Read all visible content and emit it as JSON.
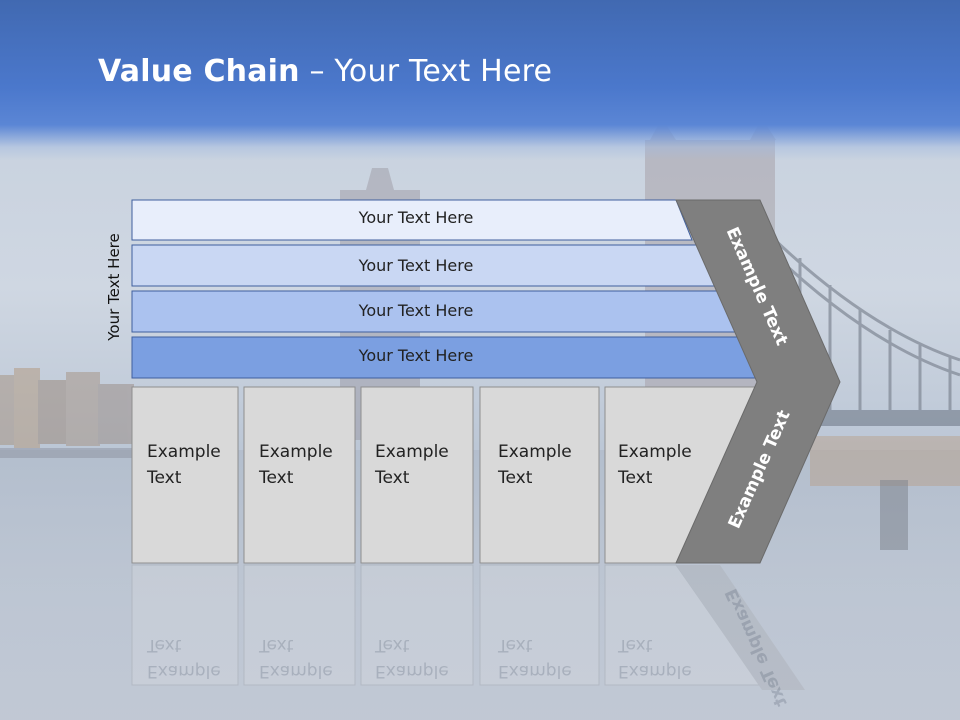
{
  "title": {
    "bold": "Value Chain",
    "rest": " – Your Text Here"
  },
  "side_label": "Your Text Here",
  "bars": [
    {
      "label": "Your Text Here"
    },
    {
      "label": "Your Text Here"
    },
    {
      "label": "Your Text Here"
    },
    {
      "label": "Your Text Here"
    }
  ],
  "boxes": [
    {
      "line1": "Example",
      "line2": "Text"
    },
    {
      "line1": "Example",
      "line2": "Text"
    },
    {
      "line1": "Example",
      "line2": "Text"
    },
    {
      "line1": "Example",
      "line2": "Text"
    },
    {
      "line1": "Example",
      "line2": "Text"
    }
  ],
  "chevron": {
    "upper": "Example Text",
    "lower": "Example Text"
  },
  "colors": {
    "header": "#4a77cb",
    "bar1": "#e8eefb",
    "bar2": "#c9d7f3",
    "bar3": "#abc2ef",
    "bar4": "#7b9fe1",
    "box": "#d9d9d9",
    "chevron": "#7f7f7f"
  }
}
